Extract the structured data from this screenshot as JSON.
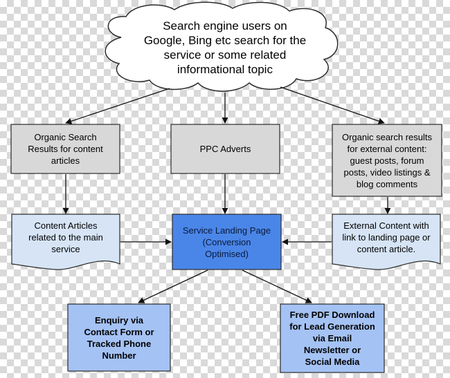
{
  "colors": {
    "gray_box": "#d8d8d8",
    "doc_light_blue": "#d6e4f6",
    "landing_blue": "#4a86e8",
    "outcome_blue": "#a4c2f4",
    "border": "#2b2b2b"
  },
  "cloud": {
    "lines": [
      "Search engine users on",
      "Google, Bing etc search for the",
      "service or some related",
      "informational topic"
    ]
  },
  "nodes": {
    "organic_search": [
      "Organic Search",
      "Results for content",
      "articles"
    ],
    "ppc_adverts": [
      "PPC Adverts"
    ],
    "organic_external": [
      "Organic search results",
      "for external content:",
      "guest posts, forum",
      "posts, video listings &",
      "blog comments"
    ],
    "content_articles": [
      "Content Articles",
      "related to the main",
      "service"
    ],
    "landing_page": [
      "Service Landing Page",
      "(Conversion",
      "Optimised)"
    ],
    "external_content": [
      "External Content with",
      "link to landing page or",
      "content article."
    ],
    "enquiry": [
      "Enquiry via",
      "Contact Form or",
      "Tracked Phone",
      "Number"
    ],
    "pdf_download": [
      "Free PDF Download",
      "for Lead Generation",
      "via Email",
      "Newsletter or",
      "Social Media"
    ]
  },
  "edges": [
    {
      "from": "cloud",
      "to": "organic_search"
    },
    {
      "from": "cloud",
      "to": "ppc_adverts"
    },
    {
      "from": "cloud",
      "to": "organic_external"
    },
    {
      "from": "organic_search",
      "to": "content_articles"
    },
    {
      "from": "ppc_adverts",
      "to": "landing_page"
    },
    {
      "from": "organic_external",
      "to": "external_content"
    },
    {
      "from": "content_articles",
      "to": "landing_page"
    },
    {
      "from": "external_content",
      "to": "landing_page"
    },
    {
      "from": "landing_page",
      "to": "enquiry"
    },
    {
      "from": "landing_page",
      "to": "pdf_download"
    }
  ]
}
